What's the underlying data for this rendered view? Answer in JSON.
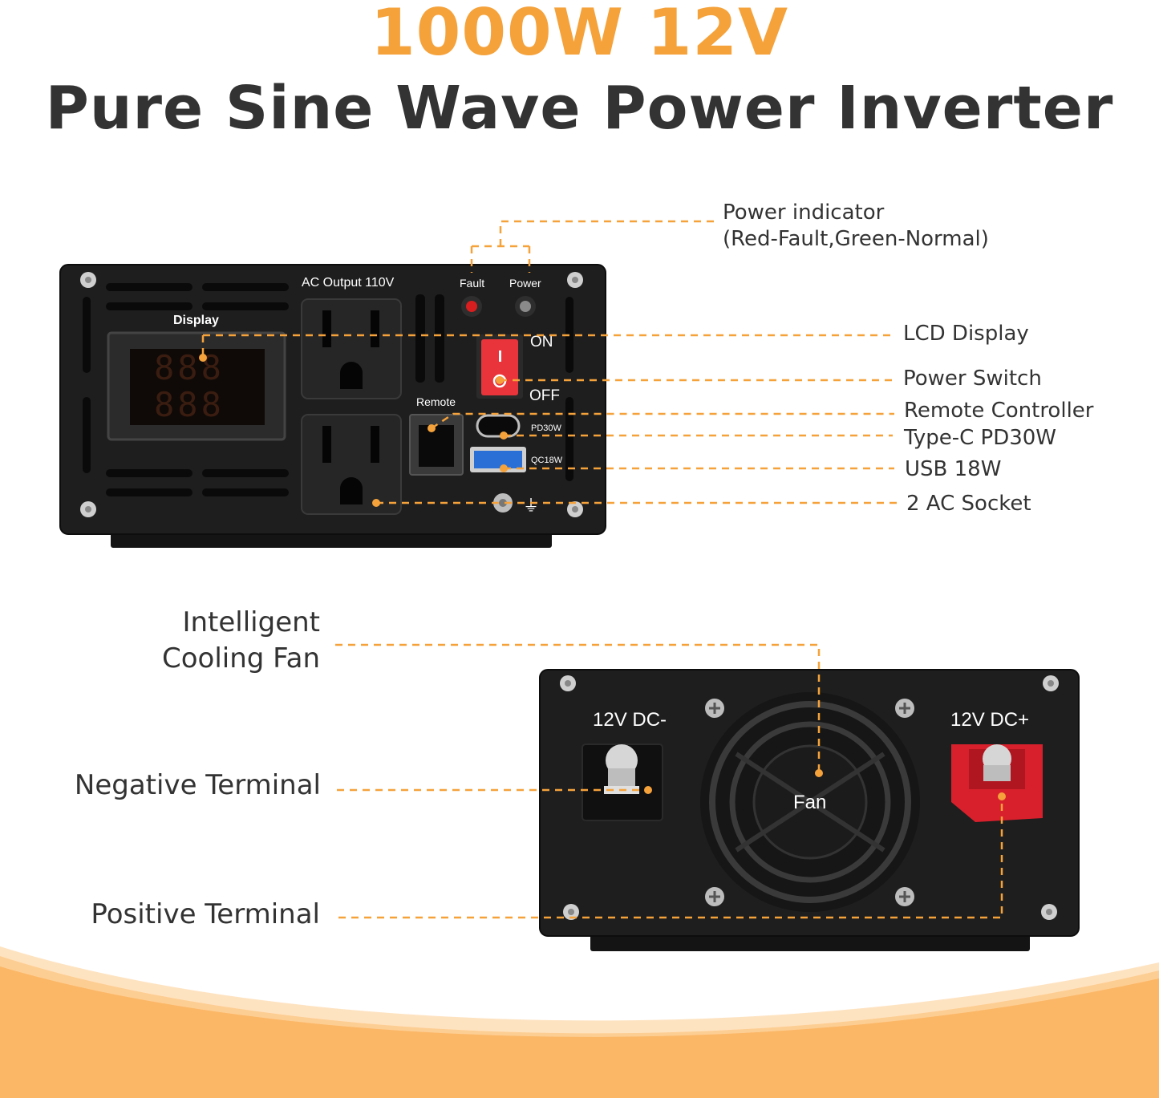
{
  "title": {
    "line1": "1000W 12V",
    "line2": "Pure Sine Wave Power Inverter"
  },
  "front_panel": {
    "ac_output_label": "AC Output 110V",
    "display_label": "Display",
    "display_digits_top": "888",
    "display_digits_bottom": "888",
    "fault_label": "Fault",
    "power_label": "Power",
    "on_label": "ON",
    "off_label": "OFF",
    "remote_label": "Remote",
    "pd_label": "PD30W",
    "qc_label": "QC18W",
    "ground_symbol": "⏚"
  },
  "front_callouts": {
    "power_indicator_line1": "Power indicator",
    "power_indicator_line2": "(Red-Fault,Green-Normal)",
    "lcd_display": "LCD Display",
    "power_switch": "Power Switch",
    "remote_controller": "Remote Controller",
    "type_c": "Type-C PD30W",
    "usb": "USB 18W",
    "ac_socket": "2 AC Socket"
  },
  "rear_panel": {
    "dc_minus_label": "12V DC-",
    "dc_plus_label": "12V DC+",
    "fan_label": "Fan"
  },
  "rear_callouts": {
    "cooling_fan_line1": "Intelligent",
    "cooling_fan_line2": "Cooling Fan",
    "negative_terminal": "Negative Terminal",
    "positive_terminal": "Positive Terminal"
  },
  "colors": {
    "accent": "#f5a23b",
    "text": "#333333",
    "panel": "#1e1e1e",
    "fault_led": "#d81e1e",
    "switch": "#e8343a",
    "positive_terminal": "#d8202c",
    "usb_blue": "#2a6fd6"
  }
}
